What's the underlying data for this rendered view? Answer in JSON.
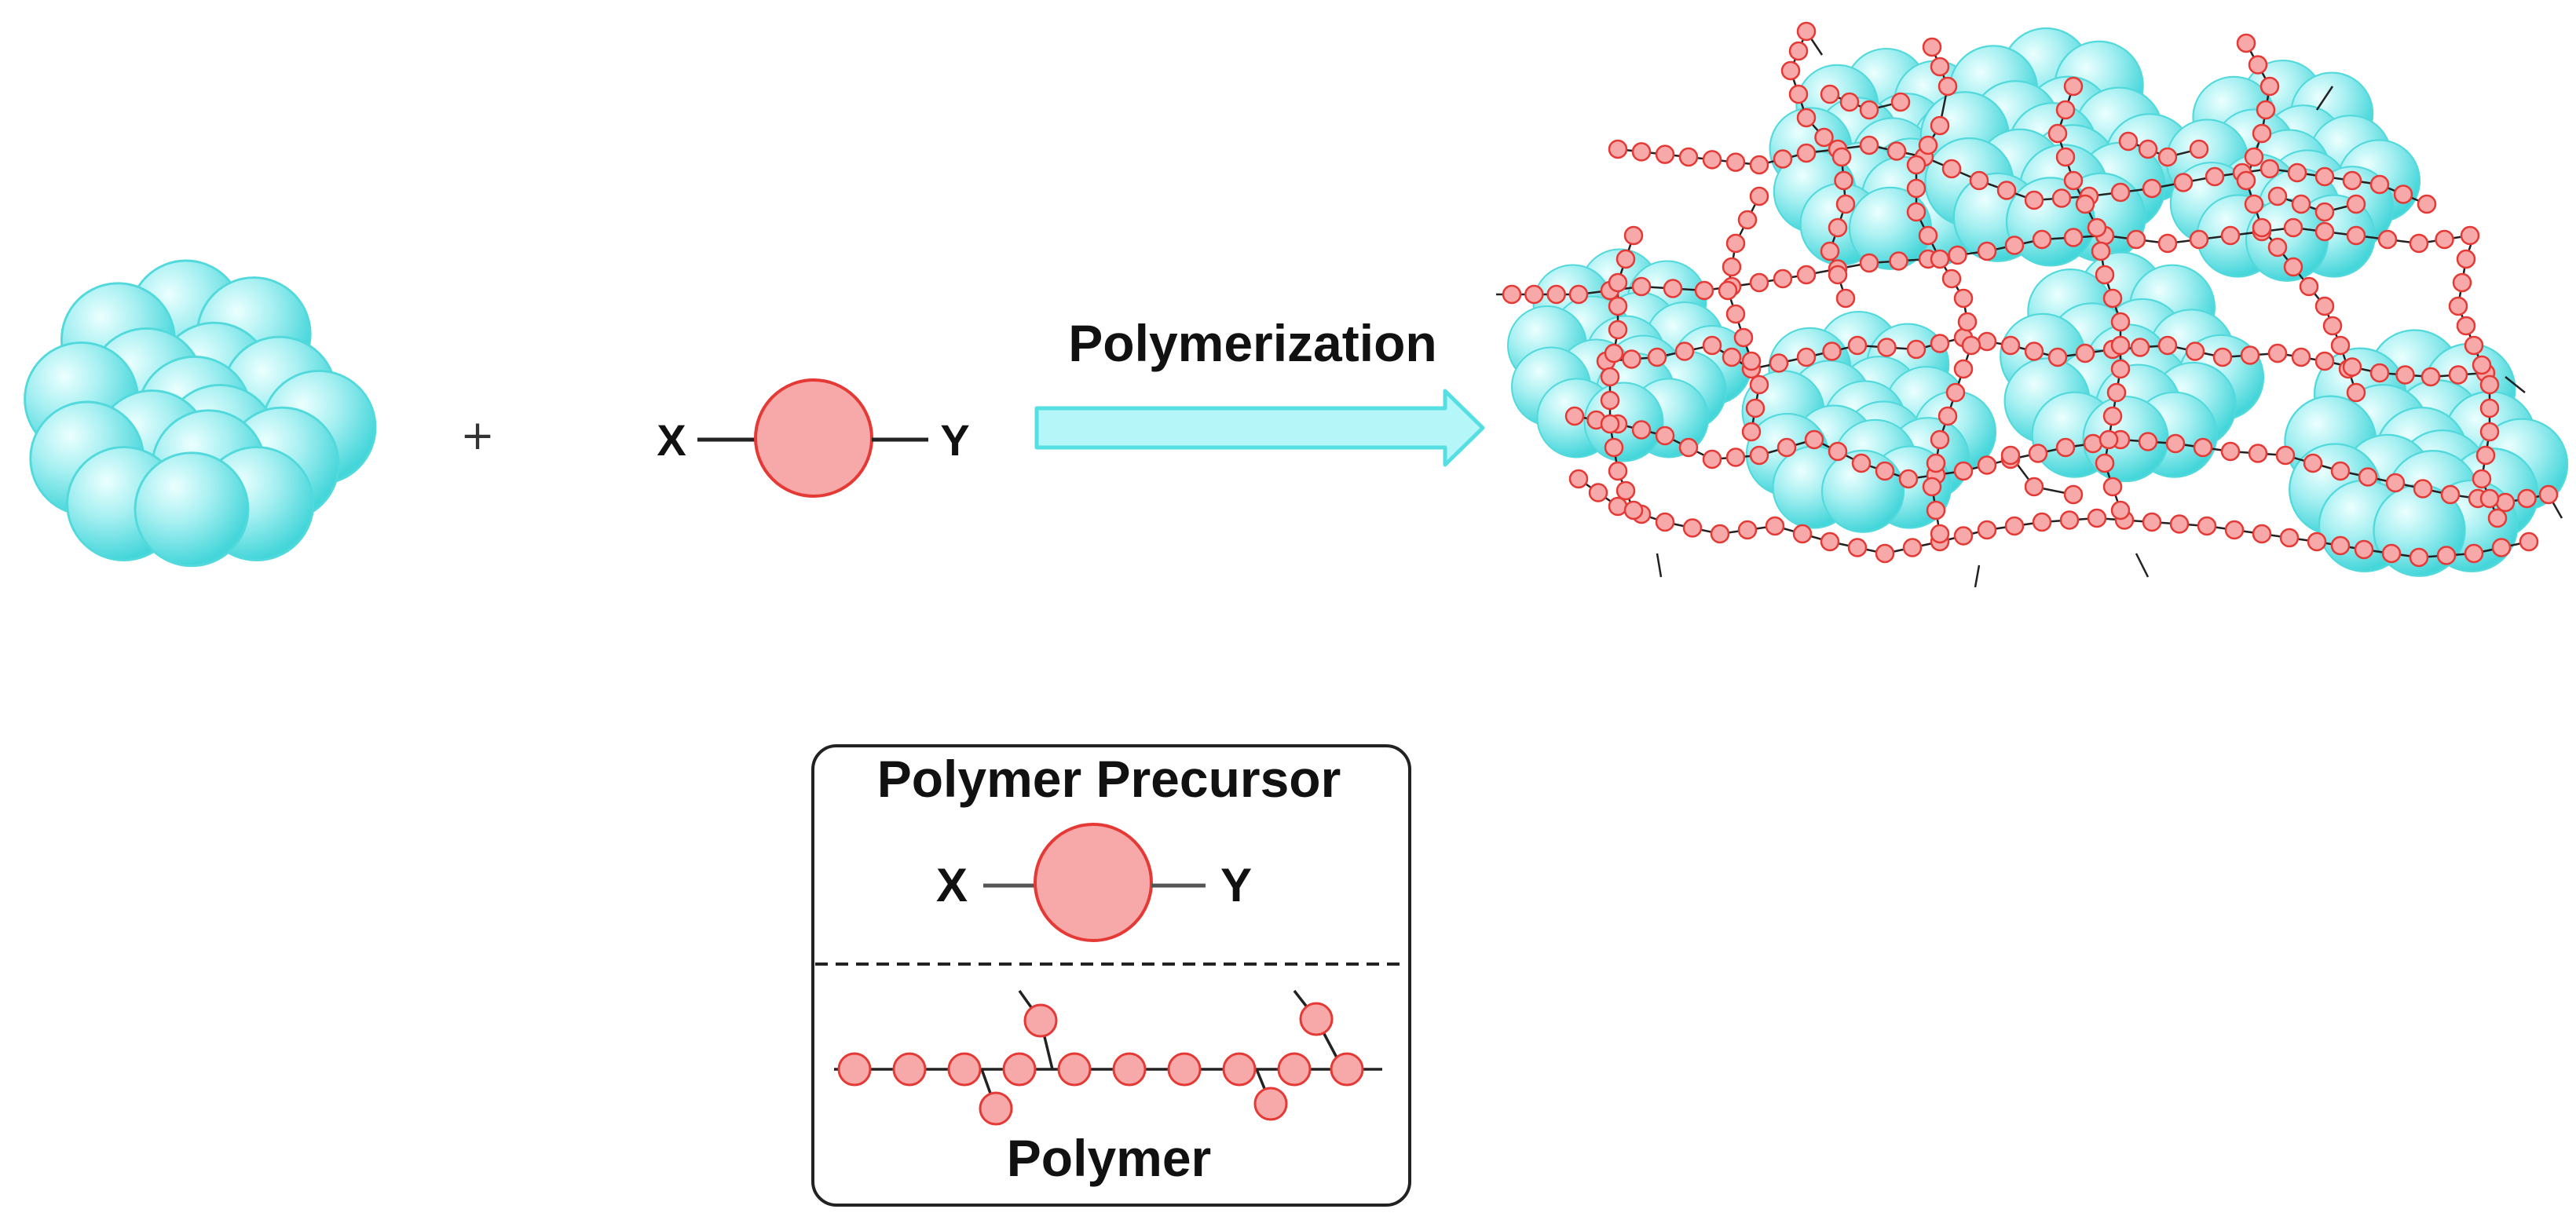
{
  "diagram": {
    "plus_sign": "+",
    "precursor": {
      "left_label": "X",
      "right_label": "Y"
    },
    "arrow": {
      "label": "Polymerization"
    },
    "legend": {
      "precursor_title": "Polymer Precursor",
      "precursor_left_label": "X",
      "precursor_right_label": "Y",
      "polymer_title": "Polymer"
    }
  },
  "colors": {
    "particle_fill": "#6fe3e6",
    "particle_highlight": "#e6ffff",
    "monomer_fill": "#f5a3a3",
    "monomer_stroke": "#e53935",
    "arrow_fill": "#b5f6f8",
    "arrow_stroke": "#55dfe3",
    "bond": "#222222"
  }
}
